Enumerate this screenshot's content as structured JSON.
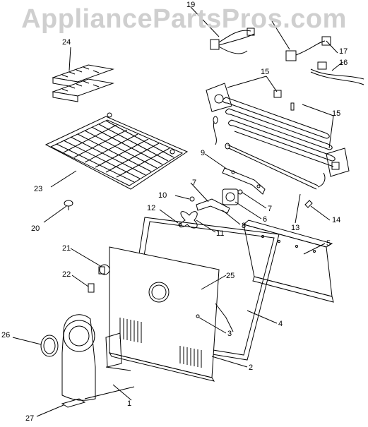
{
  "watermark": "AppliancePartsPros.com",
  "callouts": [
    "1",
    "2",
    "3",
    "4",
    "5",
    "6",
    "7",
    "7",
    "8",
    "9",
    "10",
    "11",
    "12",
    "13",
    "14",
    "15",
    "15",
    "16",
    "17",
    "19",
    "20",
    "21",
    "22",
    "23",
    "24",
    "25",
    "26",
    "27"
  ]
}
